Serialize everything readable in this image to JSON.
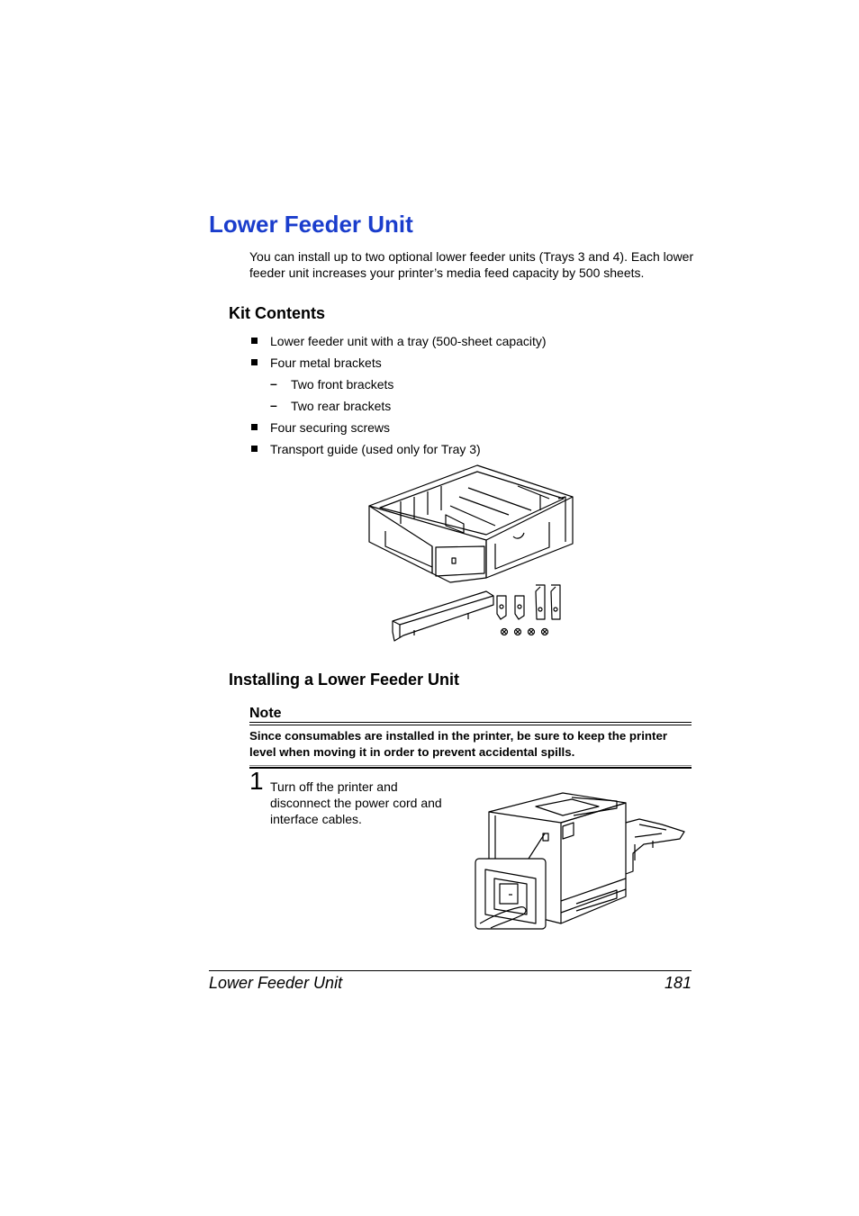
{
  "title": "Lower Feeder Unit",
  "intro": "You can install up to two optional lower feeder units (Trays 3 and 4). Each lower feeder unit increases your printer’s media feed capacity by 500 sheets.",
  "kit_contents": {
    "heading": "Kit Contents",
    "items": [
      "Lower feeder unit with a tray (500-sheet capacity)",
      "Four metal brackets",
      "Four securing screws",
      "Transport guide (used only for Tray 3)"
    ],
    "subitems": [
      "Two front brackets",
      "Two rear brackets"
    ]
  },
  "installing": {
    "heading": "Installing a Lower Feeder Unit",
    "note_label": "Note",
    "note_text": "Since consumables are installed in the printer, be sure to keep the printer level when moving it in order to prevent accidental spills.",
    "step_number": "1",
    "step_text": "Turn off the printer and disconnect the power cord and interface cables."
  },
  "footer": {
    "title": "Lower Feeder Unit",
    "page": "181"
  }
}
